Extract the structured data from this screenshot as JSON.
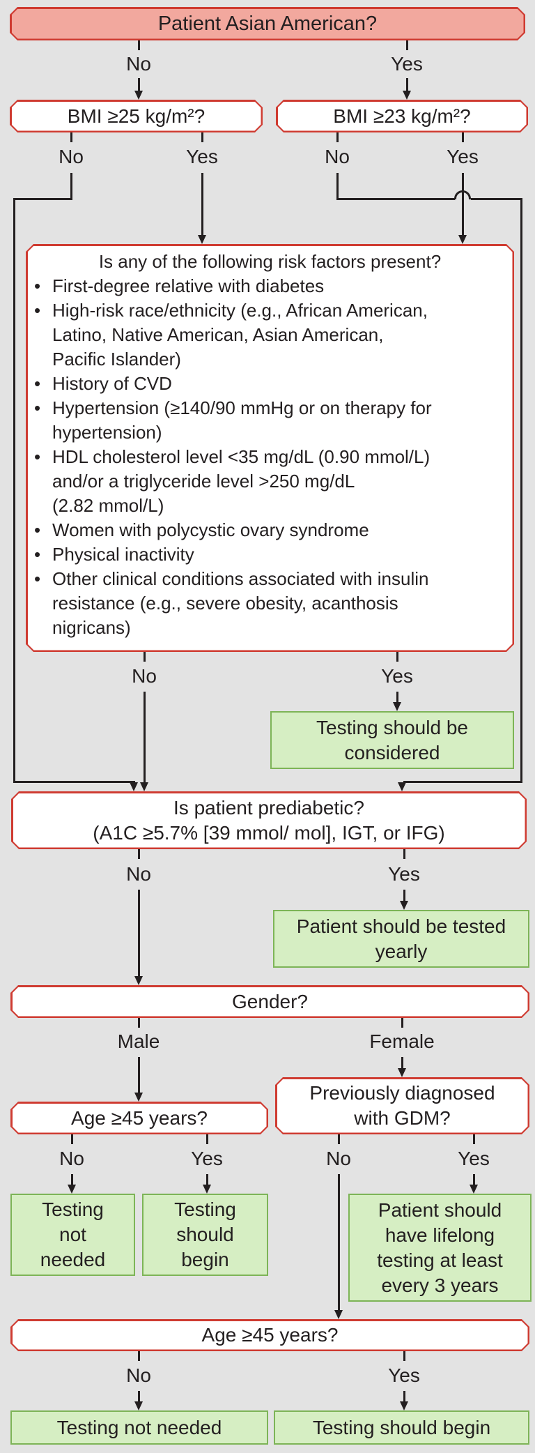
{
  "colors": {
    "page_bg": "#e3e3e3",
    "red_border": "#cf3b31",
    "pink_fill": "#f2a89e",
    "white_fill": "#ffffff",
    "green_fill": "#d6eec3",
    "green_border": "#7db457",
    "line": "#231f20",
    "text": "#231f20"
  },
  "branch_labels": {
    "no": "No",
    "yes": "Yes",
    "male": "Male",
    "female": "Female"
  },
  "nodes": {
    "asian": {
      "label": "Patient Asian American?"
    },
    "bmi25": {
      "label": "BMI ≥25 kg/m²?"
    },
    "bmi23": {
      "label": "BMI ≥23 kg/m²?"
    },
    "risk": {
      "title": "Is any of the following risk factors present?",
      "bullet": "•",
      "items": [
        "First-degree relative with diabetes",
        "High-risk race/ethnicity (e.g., African American,\nLatino, Native American, Asian American,\nPacific Islander)",
        "History of CVD",
        "Hypertension (≥140/90 mmHg or on therapy for\nhypertension)",
        "HDL cholesterol level <35 mg/dL (0.90 mmol/L)\nand/or a triglyceride level >250 mg/dL\n(2.82 mmol/L)",
        "Women with polycystic ovary syndrome",
        "Physical inactivity",
        "Other clinical conditions associated with insulin\nresistance (e.g., severe obesity, acanthosis\nnigricans)"
      ]
    },
    "risk_yes_outcome": {
      "label": "Testing should be considered"
    },
    "prediabetic": {
      "line1": "Is patient prediabetic?",
      "line2": "(A1C ≥5.7% [39 mmol/ mol], IGT, or IFG)"
    },
    "prediabetic_yes_outcome": {
      "label": "Patient should be tested yearly"
    },
    "gender": {
      "label": "Gender?"
    },
    "age45_male": {
      "label": "Age ≥45 years?"
    },
    "gdm": {
      "line1": "Previously diagnosed",
      "line2": "with GDM?"
    },
    "male_no_outcome": {
      "label": "Testing not needed"
    },
    "male_yes_outcome": {
      "label": "Testing should begin"
    },
    "gdm_yes_outcome": {
      "label": "Patient should have lifelong testing at least every 3 years"
    },
    "age45_final": {
      "label": "Age ≥45 years?"
    },
    "final_no_outcome": {
      "label": "Testing not needed"
    },
    "final_yes_outcome": {
      "label": "Testing should begin"
    }
  }
}
